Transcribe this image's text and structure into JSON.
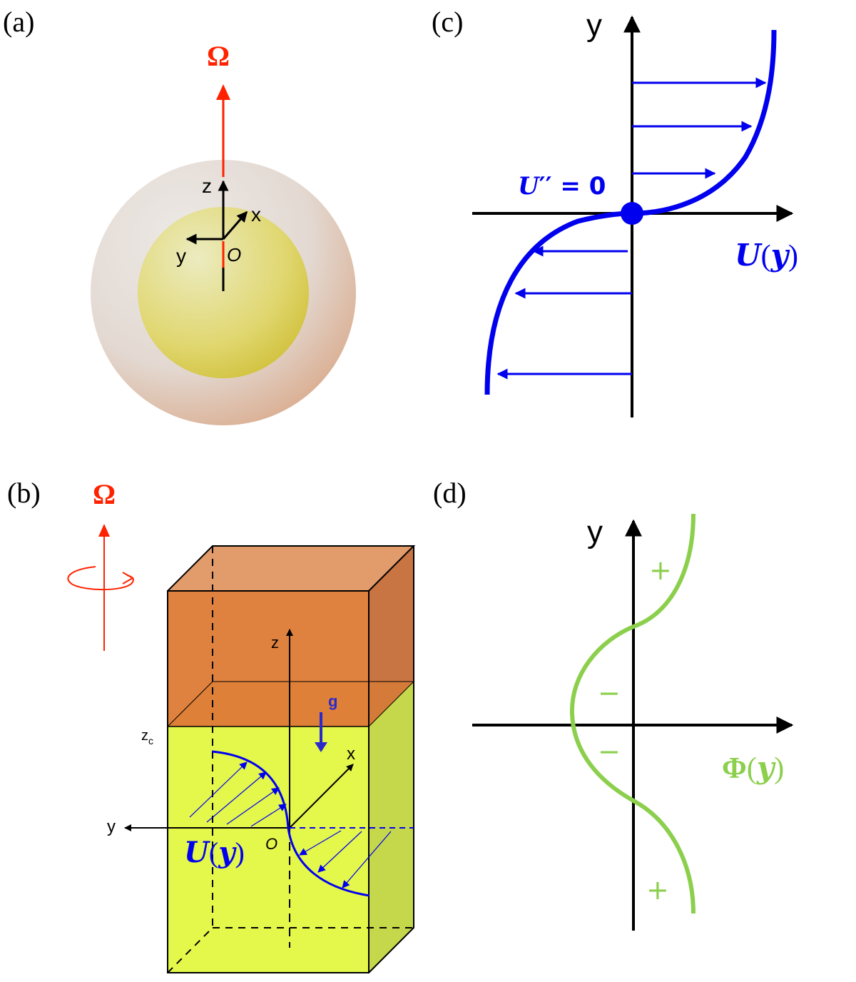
{
  "panels": {
    "a": {
      "label": "(a)",
      "omega": "Ω",
      "axis_z": "z",
      "axis_x": "x",
      "axis_y": "y",
      "origin": "O"
    },
    "b": {
      "label": "(b)",
      "omega": "Ω",
      "axis_z": "z",
      "axis_x": "x",
      "axis_y": "y",
      "origin": "O",
      "zc_main": "z",
      "zc_sub": "c",
      "gravity": "g",
      "profile_main": "U",
      "profile_paren_open": "(",
      "profile_var": "y",
      "profile_paren_close": ")"
    },
    "c": {
      "label": "(c)",
      "axis_y": "y",
      "inflection_main": "U",
      "inflection_rest": "′′ = 0",
      "profile_main": "U",
      "profile_paren_open": "(",
      "profile_var": "y",
      "profile_paren_close": ")"
    },
    "d": {
      "label": "(d)",
      "axis_y": "y",
      "sign_top": "+",
      "sign_mid_upper": "−",
      "sign_mid_lower": "−",
      "sign_bottom": "+",
      "function_main": "Φ",
      "function_paren_open": "(",
      "function_var": "y",
      "function_paren_close": ")"
    }
  },
  "colors": {
    "omega": "#ff2200",
    "profile": "#0000ee",
    "phi": "#8ccf4d",
    "upper_layer": "#e0823f",
    "lower_layer": "#e4f74b",
    "core": "#d7cc45",
    "shell": "#e6ddd6"
  }
}
